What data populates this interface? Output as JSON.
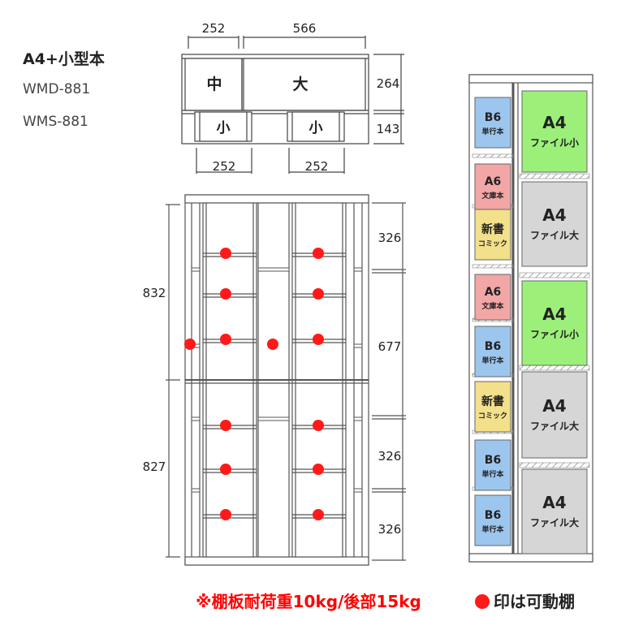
{
  "title": "A4+小型本",
  "models": [
    "WMD-881",
    "WMS-881"
  ],
  "top_view": {
    "width_left": "252",
    "width_right": "566",
    "top_left_label": "中",
    "top_right_label": "大",
    "bottom_left_label": "小",
    "bottom_right_label": "小",
    "bottom_width_left": "252",
    "bottom_width_right": "252",
    "height_top": "264",
    "height_bottom": "143"
  },
  "front_view": {
    "left_upper": "832",
    "left_lower": "827",
    "right_dims": [
      "326",
      "677",
      "326",
      "326"
    ]
  },
  "side_panel": {
    "left_column": [
      {
        "title": "B6",
        "sub": "単行本",
        "color": "#9cc6ee"
      },
      {
        "title": "A6",
        "sub": "文庫本",
        "color": "#f2a6a6"
      },
      {
        "title": "新書",
        "sub": "コミック",
        "color": "#f3e08a"
      },
      {
        "title": "A6",
        "sub": "文庫本",
        "color": "#f2a6a6"
      },
      {
        "title": "B6",
        "sub": "単行本",
        "color": "#9cc6ee"
      },
      {
        "title": "新書",
        "sub": "コミック",
        "color": "#f3e08a"
      },
      {
        "title": "B6",
        "sub": "単行本",
        "color": "#9cc6ee"
      },
      {
        "title": "B6",
        "sub": "単行本",
        "color": "#9cc6ee"
      }
    ],
    "right_column": [
      {
        "title": "A4",
        "sub": "ファイル小",
        "color": "#9cf07a"
      },
      {
        "title": "A4",
        "sub": "ファイル大",
        "color": "#d6d6d6"
      },
      {
        "title": "A4",
        "sub": "ファイル小",
        "color": "#9cf07a"
      },
      {
        "title": "A4",
        "sub": "ファイル大",
        "color": "#d6d6d6"
      },
      {
        "title": "A4",
        "sub": "ファイル大",
        "color": "#d6d6d6"
      }
    ]
  },
  "footer": {
    "load_note": "※棚板耐荷重10kg/後部15kg",
    "legend_text": "印は可動棚"
  },
  "colors": {
    "accent_red": "#ff0000",
    "movable_dot": "#ff1a1a",
    "line": "#444444"
  }
}
